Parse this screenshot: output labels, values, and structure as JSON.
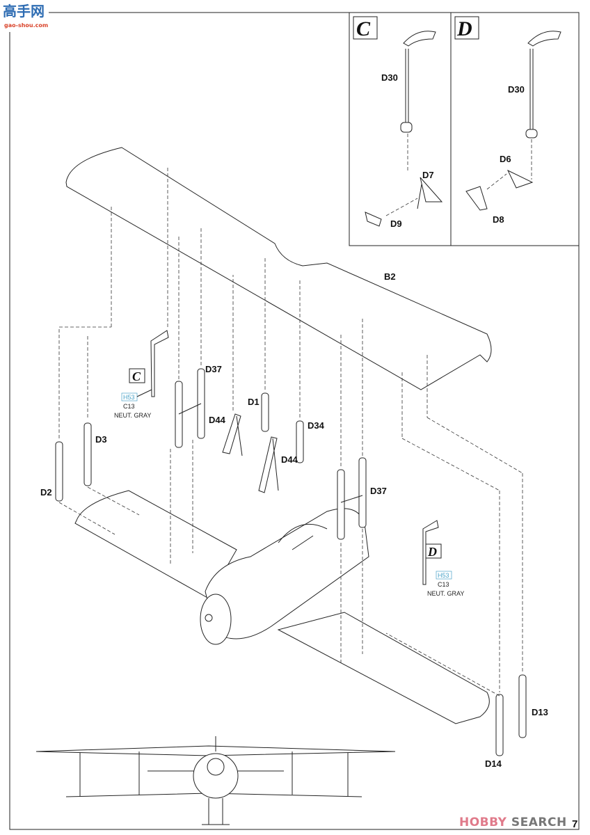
{
  "watermark": {
    "site_name": "高手网",
    "site_url": "gao-shou.com",
    "publisher_brand": "HOBBY",
    "publisher_brand2": "SEARCH"
  },
  "page_number": "7",
  "insets": [
    {
      "letter": "C",
      "parts": [
        "D30",
        "D7",
        "D9"
      ]
    },
    {
      "letter": "D",
      "parts": [
        "D30",
        "D6",
        "D8"
      ]
    }
  ],
  "main_parts": {
    "upper_wing": "B2",
    "d37_left": "D37",
    "d1": "D1",
    "d44_left": "D44",
    "d34": "D34",
    "d3": "D3",
    "d2": "D2",
    "d44_mid": "D44",
    "d37_right": "D37",
    "d13": "D13",
    "d14": "D14"
  },
  "callouts": [
    {
      "ref": "C",
      "color_code_1": "H53",
      "color_code_2": "C13",
      "color_name": "NEUT. GRAY"
    },
    {
      "ref": "D",
      "color_code_1": "H53",
      "color_code_2": "C13",
      "color_name": "NEUT. GRAY"
    }
  ],
  "colors": {
    "callout_blue": "#4aa3c8",
    "line": "#222222"
  }
}
